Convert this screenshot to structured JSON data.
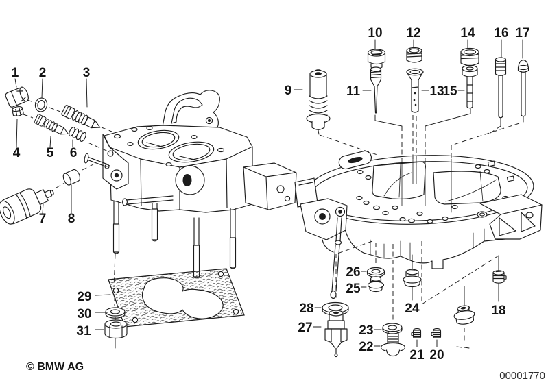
{
  "diagram": {
    "copyright": "© BMW AG",
    "document_number": "00001770",
    "colors": {
      "ink": "#1c1c1c",
      "background": "#ffffff"
    }
  },
  "part_labels": {
    "1": "1",
    "2": "2",
    "3": "3",
    "4": "4",
    "5": "5",
    "6": "6",
    "7": "7",
    "8": "8",
    "9": "9",
    "10": "10",
    "11": "11",
    "12": "12",
    "13": "13",
    "14": "14",
    "15": "15",
    "16": "16",
    "17": "17",
    "18": "18",
    "20": "20",
    "21": "21",
    "22": "22",
    "23": "23",
    "24": "24",
    "25": "25",
    "26": "26",
    "27": "27",
    "28": "28",
    "29": "29",
    "30": "30",
    "31": "31"
  }
}
